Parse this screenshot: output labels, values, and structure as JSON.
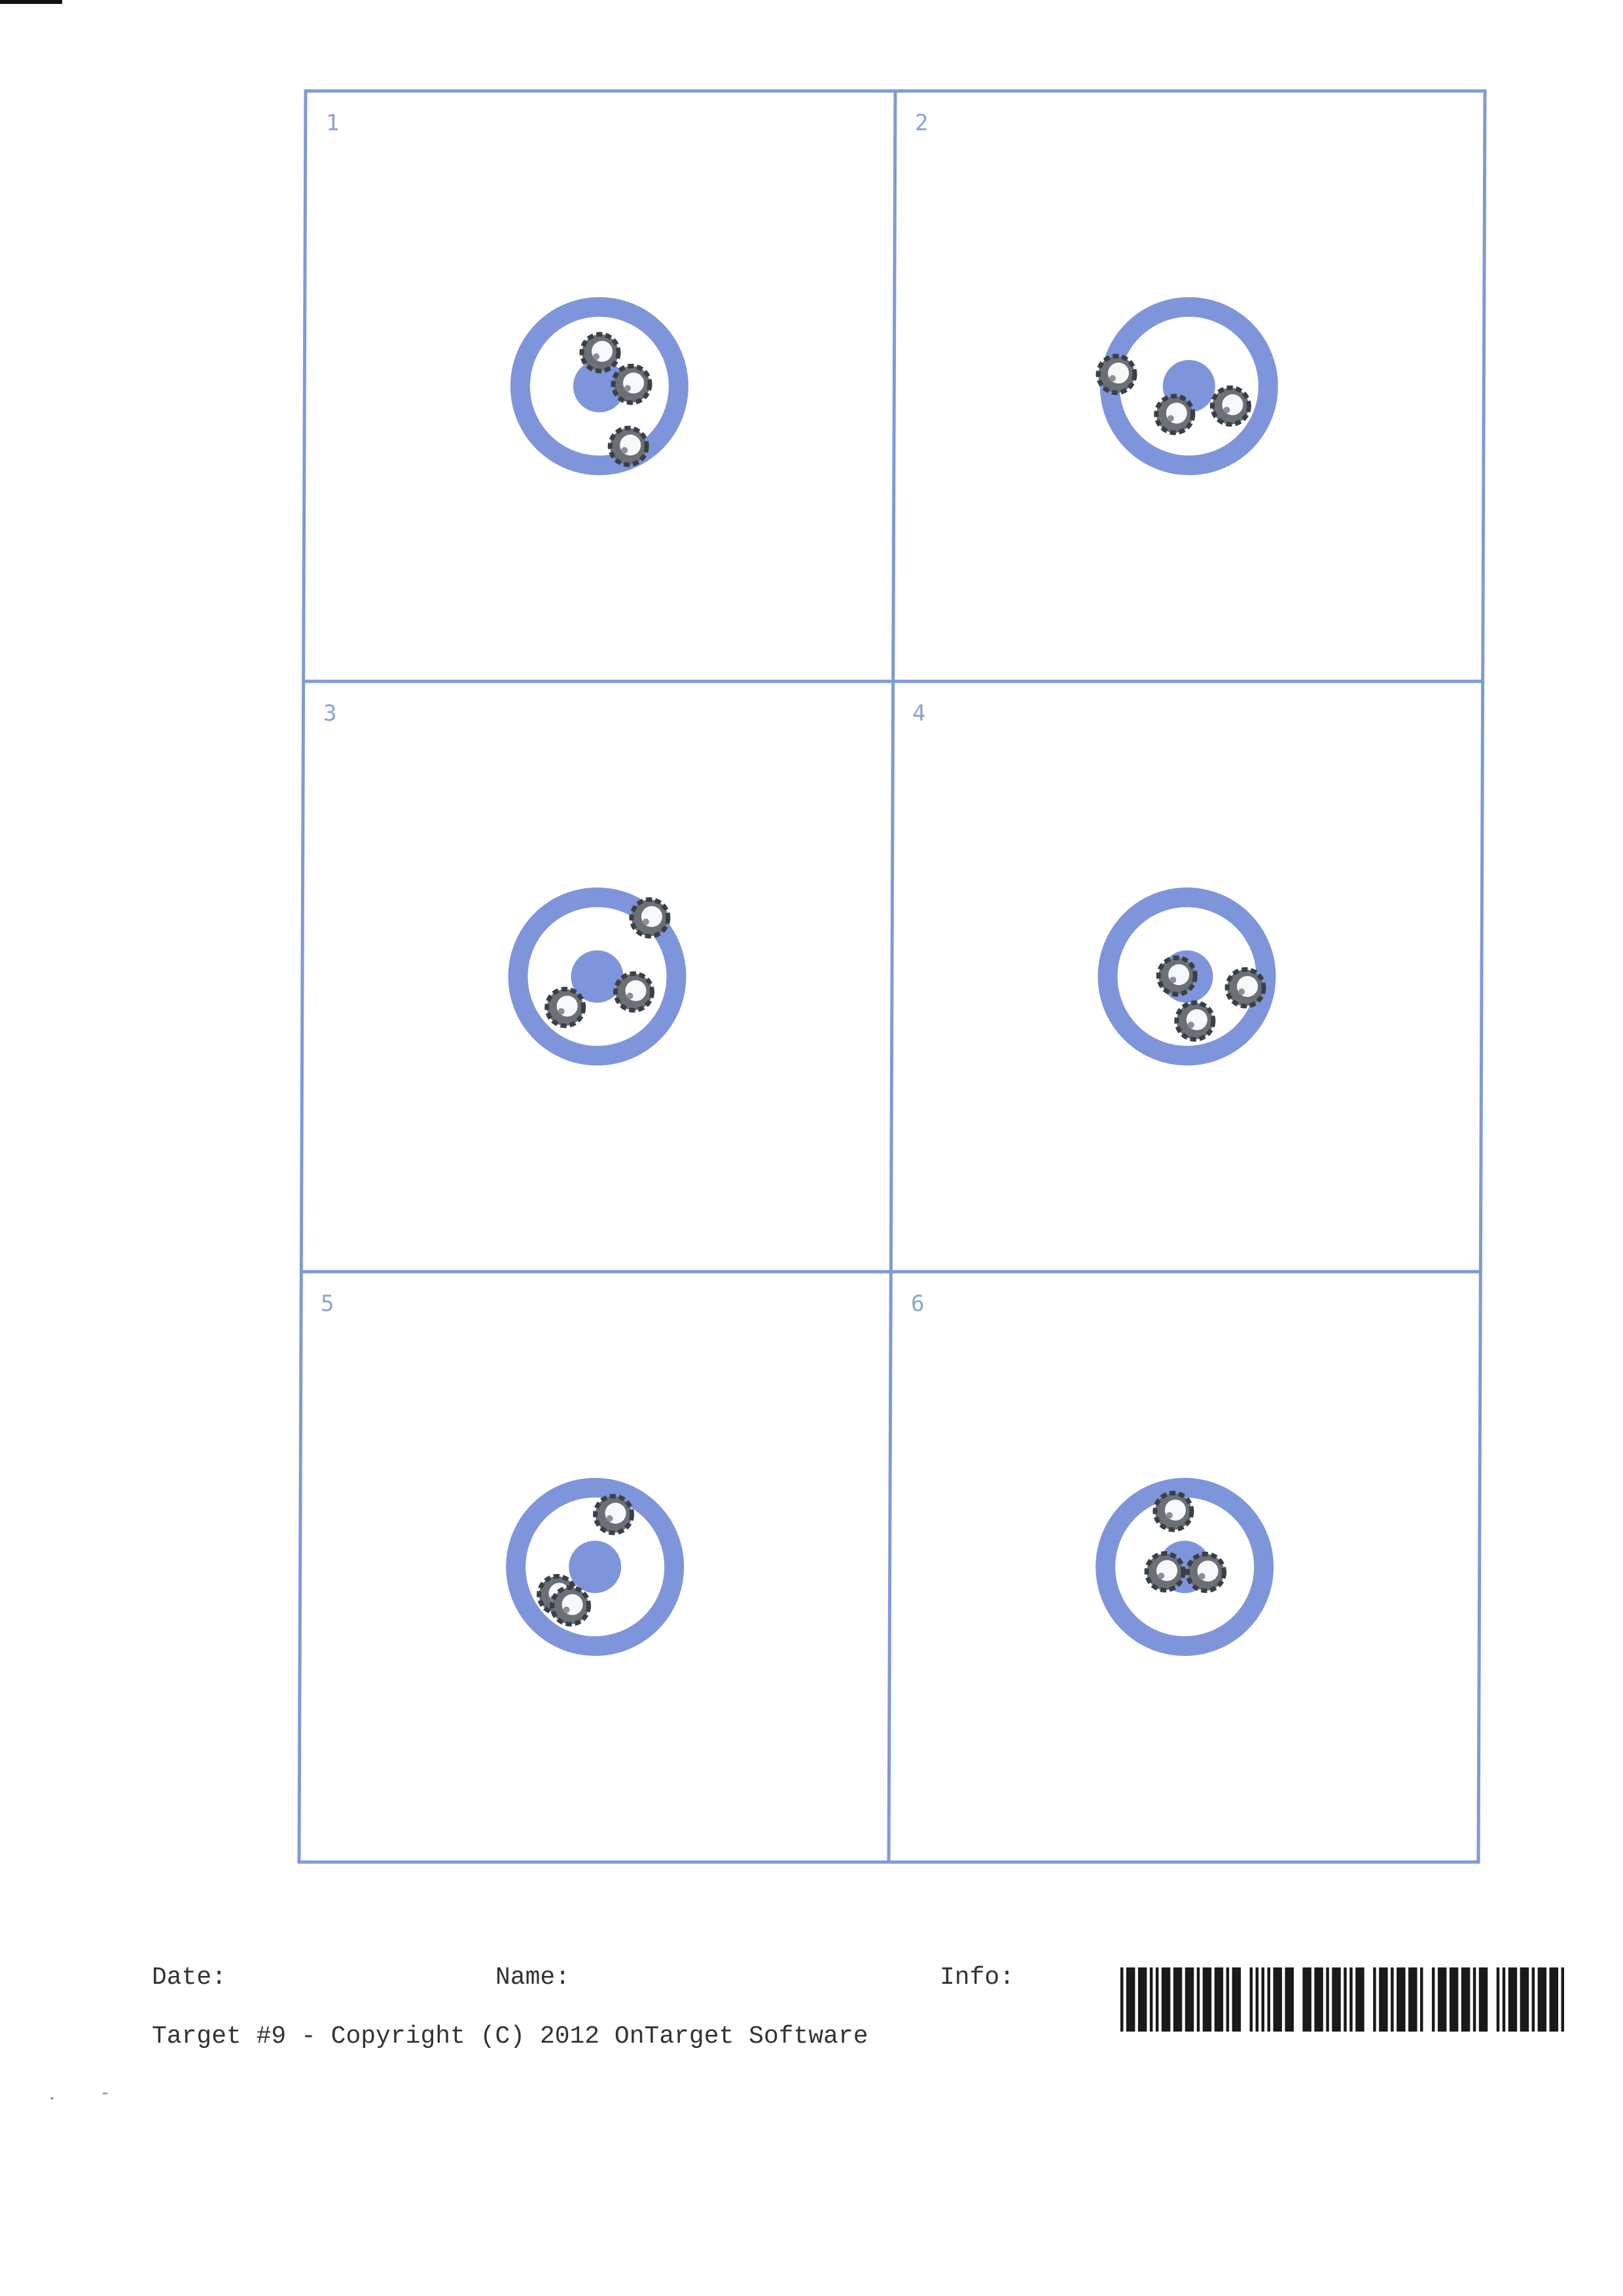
{
  "colors": {
    "grid_line": "#7f9ad6",
    "ring": "#7f95db",
    "bullseye": "#7f95db",
    "cell_number": "#8aa2d8",
    "footer_text": "#333333",
    "bullet_hole_rim": "#3a3f45"
  },
  "targets": [
    {
      "number": "1",
      "hits": [
        [
          0.03,
          -1.28
        ],
        [
          1.23,
          -0.07
        ],
        [
          1.11,
          2.3
        ]
      ]
    },
    {
      "number": "2",
      "hits": [
        [
          -2.77,
          -0.45
        ],
        [
          -0.55,
          1.08
        ],
        [
          1.59,
          0.76
        ]
      ]
    },
    {
      "number": "3",
      "hits": [
        [
          2.01,
          -2.24
        ],
        [
          1.4,
          0.59
        ],
        [
          -1.22,
          1.18
        ]
      ]
    },
    {
      "number": "4",
      "hits": [
        [
          -0.38,
          -0.02
        ],
        [
          2.24,
          0.43
        ],
        [
          0.31,
          1.7
        ]
      ]
    },
    {
      "number": "5",
      "hits": [
        [
          0.71,
          -2.0
        ],
        [
          -1.44,
          1.06
        ],
        [
          -0.94,
          1.49
        ]
      ]
    },
    {
      "number": "6",
      "hits": [
        [
          -0.43,
          -2.12
        ],
        [
          -0.75,
          0.19
        ],
        [
          0.81,
          0.21
        ]
      ]
    }
  ],
  "footer": {
    "date_label": "Date:",
    "name_label": "Name:",
    "info_label": "Info:",
    "copyright": "Target #9 - Copyright (C) 2012 OnTarget Software"
  },
  "barcode": {
    "pattern": "1011101110101011101110111010111011101011100010101010111011100011101110101110101011100010111010111011101000101110111011101011100010101110111010111011101"
  }
}
